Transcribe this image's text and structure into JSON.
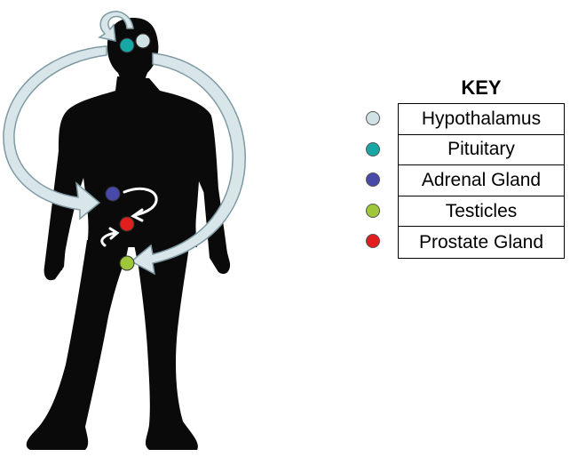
{
  "key": {
    "title": "KEY",
    "items": [
      {
        "label": "Hypothalamus",
        "color": "#cfe3e5"
      },
      {
        "label": "Pituitary",
        "color": "#19a6a6"
      },
      {
        "label": "Adrenal Gland",
        "color": "#474aa8"
      },
      {
        "label": "Testicles",
        "color": "#9ec73a"
      },
      {
        "label": "Prostate Gland",
        "color": "#e01e1e"
      }
    ]
  },
  "colors": {
    "silhouette": "#0a0a0a",
    "cycle_arrow": "#d8e6ea",
    "cycle_arrow_outline": "#7f9aa3",
    "small_arrow": "#ffffff"
  }
}
